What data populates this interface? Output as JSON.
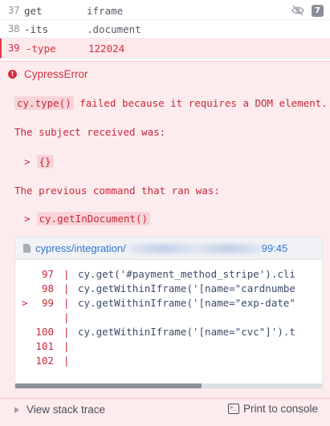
{
  "commands": [
    {
      "num": "37",
      "name": "get",
      "message": "iframe"
    },
    {
      "num": "38",
      "name": "-its",
      "message": ".document"
    },
    {
      "num": "39",
      "name": "-type",
      "message": "122024"
    }
  ],
  "visibility_icon": "eye-slash-icon",
  "command_count": "7",
  "error": {
    "title": "CypressError",
    "message_code": "cy.type()",
    "message_rest": " failed because it requires a DOM element.",
    "subject_label": "The subject received was:",
    "subject_value": "{}",
    "previous_label": "The previous command that ran was:",
    "previous_value": "cy.getInDocument()",
    "prompt_symbol": ">"
  },
  "code_frame": {
    "file_path": "cypress/integration/",
    "file_suffix": "99:45",
    "lines": [
      {
        "marker": "",
        "num": "97",
        "pipe": "|",
        "text": "cy.get('#payment_method_stripe').cli"
      },
      {
        "marker": "",
        "num": "98",
        "pipe": "|",
        "text": "cy.getWithinIframe('[name=\"cardnumbe"
      },
      {
        "marker": ">",
        "num": "99",
        "pipe": "|",
        "text": "cy.getWithinIframe('[name=\"exp-date\""
      },
      {
        "marker": "",
        "num": "",
        "pipe": "|",
        "text": ""
      },
      {
        "marker": "",
        "num": "100",
        "pipe": "|",
        "text": "cy.getWithinIframe('[name=\"cvc\"]').t"
      },
      {
        "marker": "",
        "num": "101",
        "pipe": "|",
        "text": ""
      },
      {
        "marker": "",
        "num": "102",
        "pipe": "|",
        "text": ""
      }
    ]
  },
  "footer": {
    "stack_trace_label": "View stack trace",
    "print_label": "Print to console",
    "print_icon_text": ">_"
  },
  "colors": {
    "error_red": "#d2303f",
    "error_bg": "#fdecee",
    "link_blue": "#2e74d4"
  }
}
